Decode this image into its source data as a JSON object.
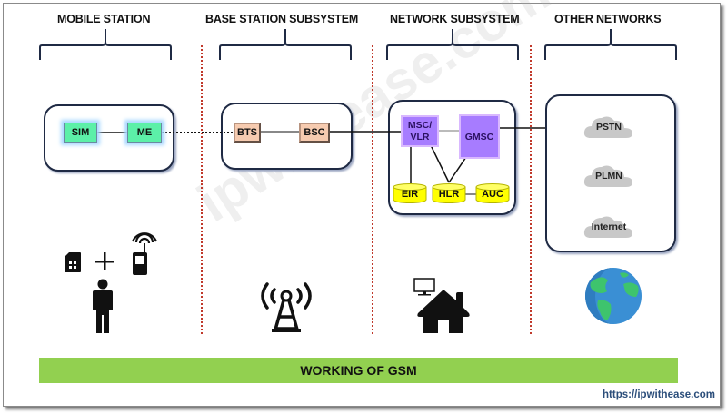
{
  "sections": [
    {
      "title": "MOBILE STATION"
    },
    {
      "title": "BASE STATION SUBSYSTEM"
    },
    {
      "title": "NETWORK SUBSYSTEM"
    },
    {
      "title": "OTHER NETWORKS"
    }
  ],
  "mobile_station": {
    "nodes": [
      "SIM",
      "ME"
    ]
  },
  "bss": {
    "nodes": [
      "BTS",
      "BSC"
    ]
  },
  "nss": {
    "msc_vlr": [
      "MSC/",
      "VLR"
    ],
    "gmsc": "GMSC",
    "databases": [
      "EIR",
      "HLR",
      "AUC"
    ]
  },
  "other_networks": {
    "clouds": [
      "PSTN",
      "PLMN",
      "Internet"
    ]
  },
  "icons": {
    "mobile_station": [
      "sim-card-icon",
      "plus-icon",
      "mobile-phone-icon",
      "person-icon"
    ],
    "bss": "radio-tower-icon",
    "nss": "home-network-icon",
    "other": "globe-icon"
  },
  "colors": {
    "sim_me": "#5cf0a8",
    "bts_bsc": "#f6cbb0",
    "msc_gmsc": "#a77cff",
    "databases": "#ffff00",
    "clouds": "#c8c8c8",
    "banner": "#92d050",
    "divider": "#c0392b"
  },
  "banner": {
    "text": "WORKING OF GSM"
  },
  "watermark": "ipwithease.com",
  "footer": {
    "url": "https://ipwithease.com"
  }
}
